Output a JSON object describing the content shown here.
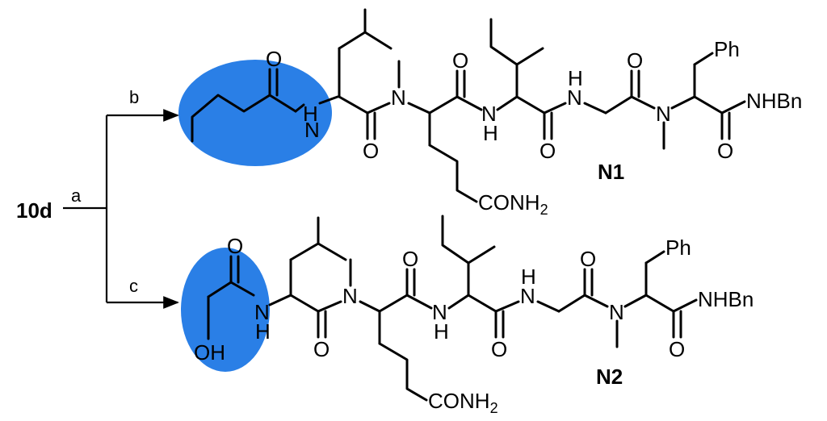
{
  "scheme": {
    "start_label": "10d",
    "step_a": "a",
    "step_b": "b",
    "step_c": "c",
    "highlight_color": "#2a7fe6",
    "product_1": {
      "label": "N1",
      "atoms": {
        "NH_pent": "H",
        "N_pent": "N",
        "O_pent": "O",
        "N_me1": "N",
        "O_leu": "O",
        "O_gln": "O",
        "NH_ile": "N",
        "H_ile": "H",
        "O_ile": "O",
        "NH_gly": "N",
        "H_gly": "H",
        "O_gly": "O",
        "N_me2": "N",
        "O_phe": "O",
        "Ph": "Ph",
        "NHBn": "NHBn",
        "CONH2": "CONH",
        "sub2": "2"
      }
    },
    "product_2": {
      "label": "N2",
      "atoms": {
        "O_gly": "O",
        "OH": "OH",
        "NH_g": "N",
        "H_g": "H",
        "O_leu": "O",
        "N_me1": "N",
        "O_gln": "O",
        "NH_ile": "N",
        "H_ile": "H",
        "O_ile": "O",
        "NH_gly": "N",
        "H_gly": "H",
        "O_gly2": "O",
        "N_me2": "N",
        "O_phe": "O",
        "Ph": "Ph",
        "NHBn": "NHBn",
        "CONH2": "CONH",
        "sub2": "2"
      }
    }
  }
}
